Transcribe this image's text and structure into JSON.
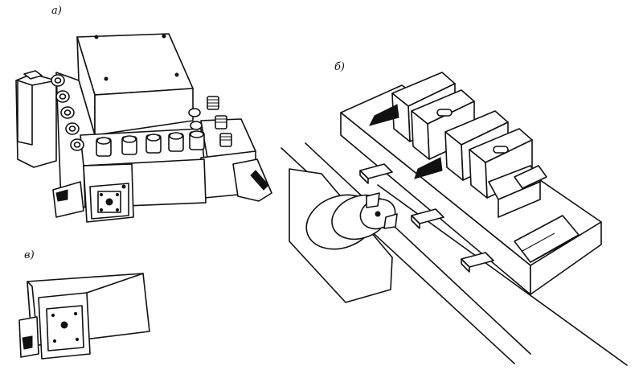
{
  "figures": {
    "a": {
      "label": "а)"
    },
    "b": {
      "label": "б)"
    },
    "v": {
      "label": "в)"
    }
  }
}
